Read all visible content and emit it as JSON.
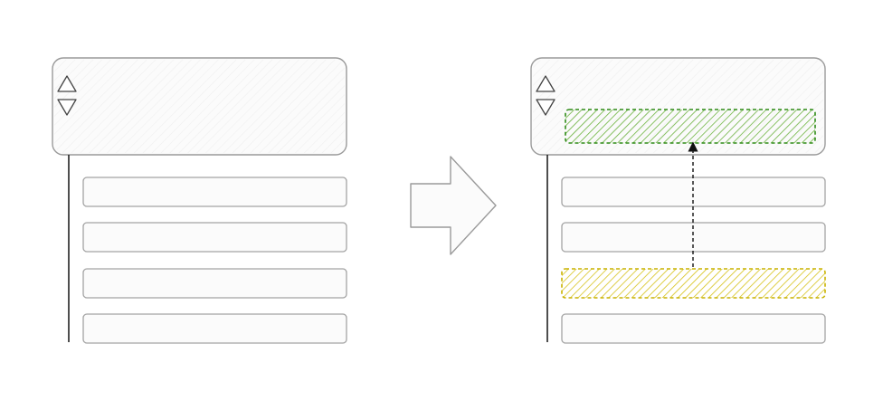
{
  "colors": {
    "panel_fill": "#fbfbfb",
    "panel_stroke": "#9a9a9a",
    "source_highlight": "#c9b200",
    "source_hatch": "#d6c21a",
    "target_highlight": "#2e8b16",
    "target_hatch": "#6db33f",
    "connector": "#111111"
  },
  "icons": {
    "up": "triangle-up-icon",
    "down": "triangle-down-icon",
    "transition": "right-arrow-icon"
  },
  "panels": [
    {
      "id": "before",
      "list_rows": 4,
      "highlight_source_row": null,
      "show_target": false
    },
    {
      "id": "after",
      "list_rows": 4,
      "highlight_source_row": 3,
      "show_target": true
    }
  ]
}
